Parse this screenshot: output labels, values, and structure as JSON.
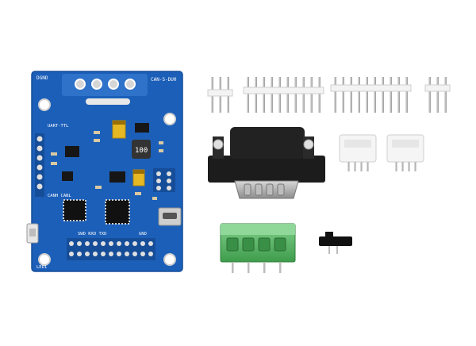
{
  "silkscreen": {
    "label_top_left": "DGND",
    "label_top_right": "CAN-S-DU0",
    "label_left_1": "UART-TTL",
    "label_left_2": "CANH CANL",
    "label_inductor": "100",
    "label_bottom": "SWD RXD TXD",
    "label_bottom_left": "LED1",
    "label_bottom_right": "GND"
  },
  "colors": {
    "pcb": "#1c5fb8",
    "pcb_dark": "#144c96",
    "terminal": "#5fbf6b",
    "connector_body": "#1c1c1c",
    "header_pin": "#c9c9c9",
    "header_housing": "#f3f3f3"
  }
}
